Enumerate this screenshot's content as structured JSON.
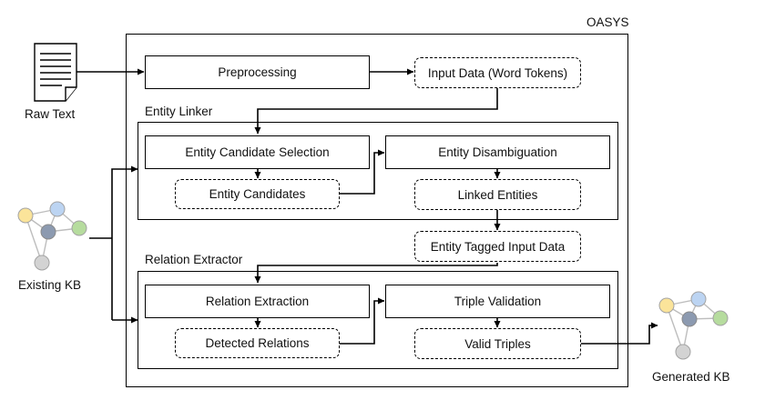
{
  "system_label": "OASYS",
  "raw_text_label": "Raw Text",
  "existing_kb_label": "Existing KB",
  "generated_kb_label": "Generated KB",
  "entity_linker_label": "Entity Linker",
  "relation_extractor_label": "Relation Extractor",
  "boxes": {
    "preprocessing": "Preprocessing",
    "input_data": "Input Data (Word Tokens)",
    "entity_candidate_selection": "Entity Candidate Selection",
    "entity_candidates": "Entity Candidates",
    "entity_disambiguation": "Entity Disambiguation",
    "linked_entities": "Linked Entities",
    "entity_tagged_input": "Entity Tagged Input Data",
    "relation_extraction": "Relation Extraction",
    "detected_relations": "Detected Relations",
    "triple_validation": "Triple Validation",
    "valid_triples": "Valid Triples"
  },
  "colors": {
    "node_yellow": "#fbe49a",
    "node_blue": "#bcd4f2",
    "node_slate": "#8c9ab0",
    "node_green": "#b6dc9e",
    "node_gray": "#d3d3d3"
  }
}
